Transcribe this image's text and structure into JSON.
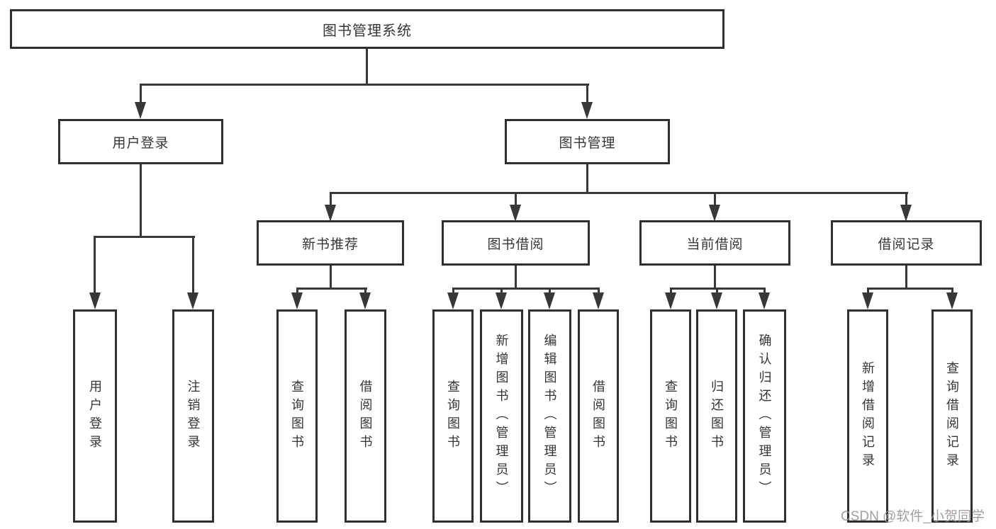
{
  "diagram": {
    "tree": {
      "label": "图书管理系统",
      "children": [
        {
          "label": "用户登录",
          "children": [
            {
              "label": "用户登录"
            },
            {
              "label": "注销登录"
            }
          ]
        },
        {
          "label": "图书管理",
          "children": [
            {
              "label": "新书推荐",
              "children": [
                {
                  "label": "查询图书"
                },
                {
                  "label": "借阅图书"
                }
              ]
            },
            {
              "label": "图书借阅",
              "children": [
                {
                  "label": "查询图书"
                },
                {
                  "label": "新增图书（管理员）"
                },
                {
                  "label": "编辑图书（管理员）"
                },
                {
                  "label": "借阅图书"
                }
              ]
            },
            {
              "label": "当前借阅",
              "children": [
                {
                  "label": "查询图书"
                },
                {
                  "label": "归还图书"
                },
                {
                  "label": "确认归还（管理员）"
                }
              ]
            },
            {
              "label": "借阅记录",
              "children": [
                {
                  "label": "新增借阅记录"
                },
                {
                  "label": "查询借阅记录"
                }
              ]
            }
          ]
        }
      ]
    },
    "colors": {
      "line": "#383838",
      "box_border": "#2f2f2f",
      "text": "#363636",
      "watermark": "#9b9496"
    }
  },
  "watermark": {
    "text": "CSDN @软件_小贺同学"
  }
}
